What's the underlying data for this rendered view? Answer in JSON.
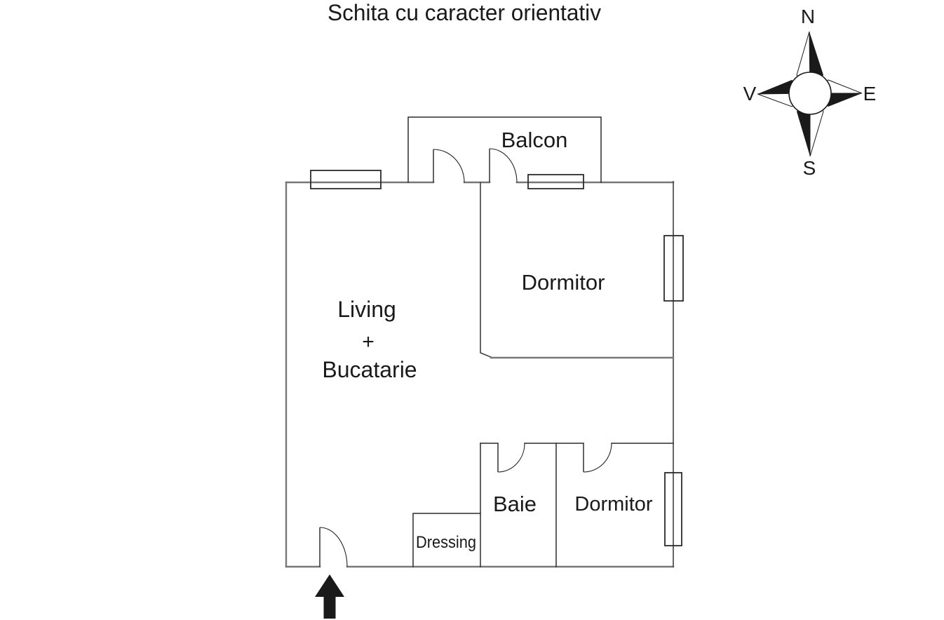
{
  "title": "Schita cu caracter orientativ",
  "rooms": {
    "balcon": {
      "label": "Balcon"
    },
    "dormitor_top": {
      "label": "Dormitor"
    },
    "living": {
      "lines": [
        "Living",
        "+",
        "Bucatarie"
      ]
    },
    "baie": {
      "label": "Baie"
    },
    "dressing": {
      "label": "Dressing"
    },
    "dormitor_bottom": {
      "label": "Dormitor"
    }
  },
  "compass": {
    "north": "N",
    "east": "E",
    "south": "S",
    "west": "V"
  },
  "colors": {
    "background": "#ffffff",
    "outer_wall_gray": "#777777",
    "interior_line_dark": "#2b2b2b",
    "text_black": "#1a1a1a"
  }
}
